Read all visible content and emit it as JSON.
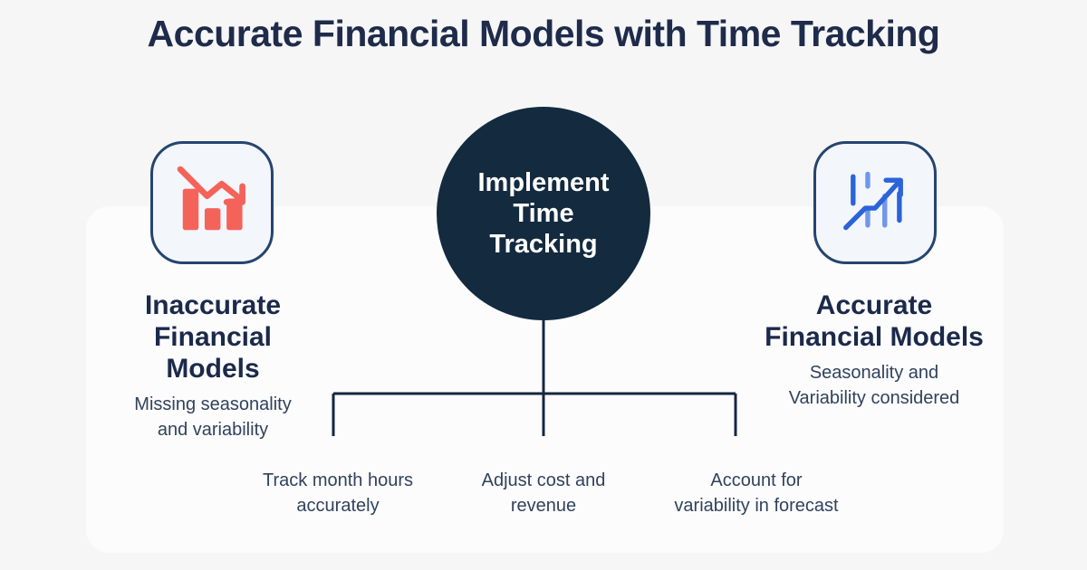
{
  "title": "Accurate Financial Models with Time Tracking",
  "center": {
    "label": "Implement Time Tracking"
  },
  "left": {
    "icon": "declining-bar-chart-icon",
    "heading": "Inaccurate Financial Models",
    "sub_lines": [
      "Missing seasonality",
      "and variability"
    ]
  },
  "right": {
    "icon": "rising-chart-icon",
    "heading": "Accurate Financial Models",
    "sub_lines": [
      "Seasonality and",
      "Variability considered"
    ]
  },
  "branches": [
    {
      "lines": [
        "Track month hours",
        "accurately"
      ]
    },
    {
      "lines": [
        "Adjust cost and",
        "revenue"
      ]
    },
    {
      "lines": [
        "Account for",
        "variability in forecast"
      ]
    }
  ],
  "colors": {
    "background": "#f6f6f7",
    "panel": "#fcfcfd",
    "navy_text": "#1e2b4a",
    "sub_text": "#31425c",
    "circle_fill": "#132a3f",
    "connector_line": "#16273e",
    "icon_border": "#24456f",
    "icon_background": "#f3f6fb",
    "accent_red": "#f4635a",
    "accent_blue_dark": "#2b63d9",
    "accent_blue_light": "#6e97ec"
  }
}
